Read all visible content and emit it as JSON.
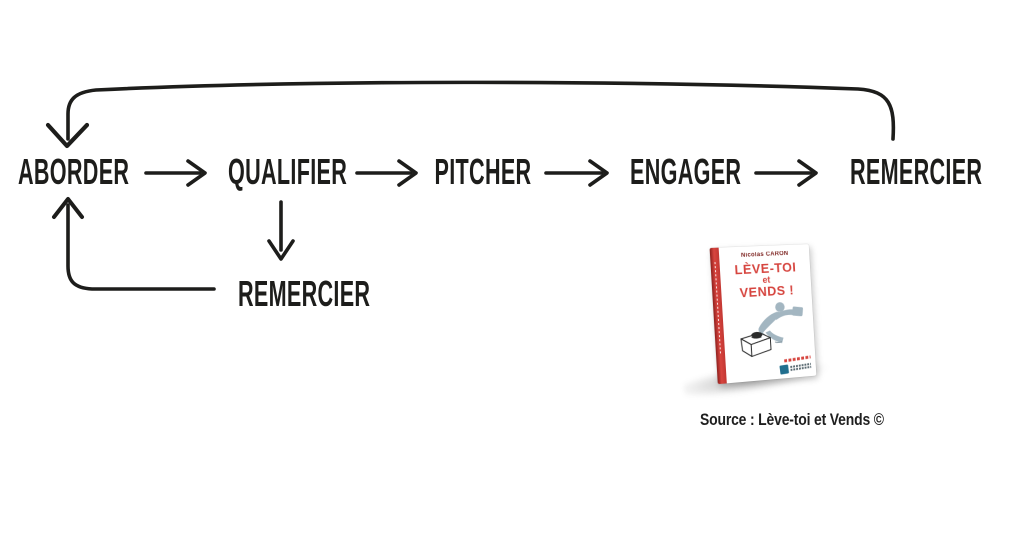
{
  "diagram": {
    "ink_color": "#1d1d1b",
    "steps": [
      {
        "label": "ABORDER"
      },
      {
        "label": "QUALIFIER"
      },
      {
        "label": "PITCHER"
      },
      {
        "label": "ENGAGER"
      },
      {
        "label": "REMERCIER"
      }
    ],
    "loop_label": "REMERCIER"
  },
  "book": {
    "author": "Nicolas CARON",
    "title_lines": [
      "LÈVE-TOI",
      "et",
      "VENDS !"
    ],
    "title_color": "#d6453f",
    "spine_color": "#c5352f",
    "illustration_color": "#a3b6c1",
    "publisher_logo_color": "#206e8e"
  },
  "caption": {
    "text": "Source : Lève-toi et Vends ©"
  }
}
